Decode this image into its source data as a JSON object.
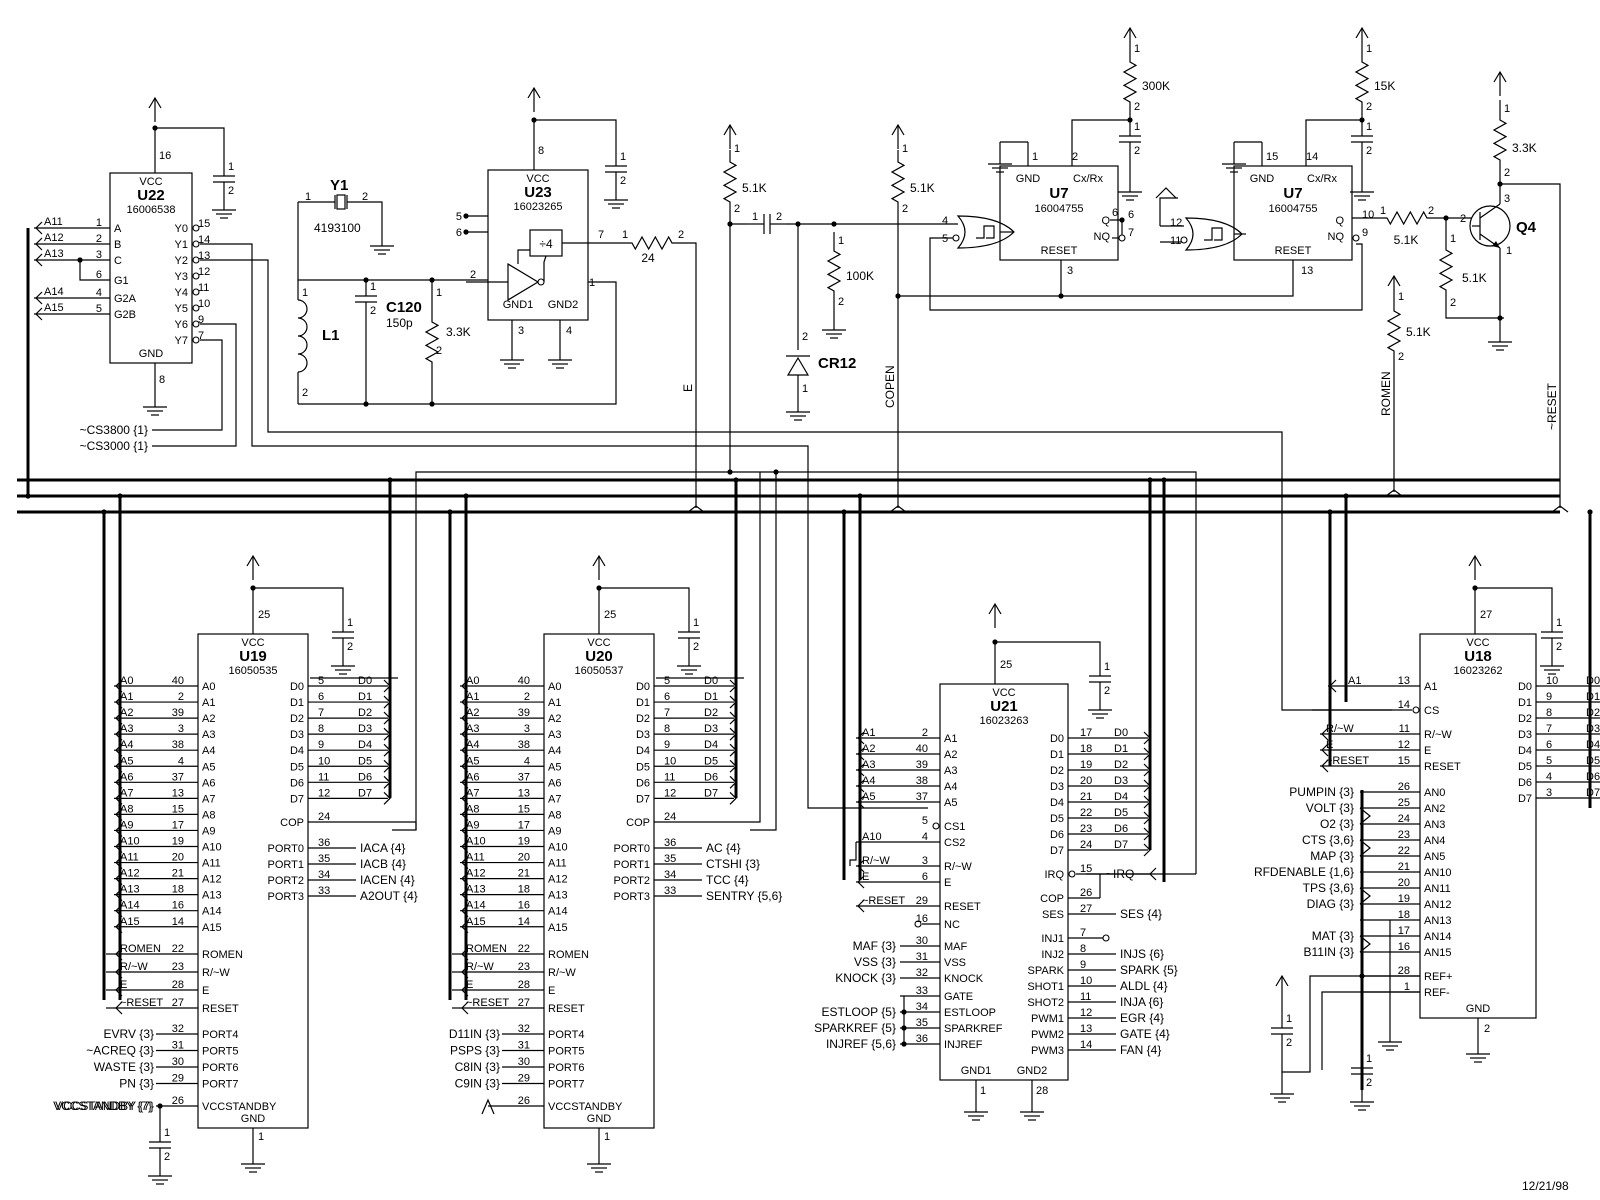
{
  "date": "12/21/98",
  "ics": [
    {
      "id": "u22",
      "ref": "U22",
      "part": "16006538",
      "vcc_label": "VCC",
      "vcc_pin": "16",
      "gnd_label": "GND",
      "gnd_pin": "8",
      "left": [
        {
          "n": "A",
          "p": "1"
        },
        {
          "n": "B",
          "p": "2"
        },
        {
          "n": "C",
          "p": "3"
        },
        {
          "n": "G1",
          "p": "6"
        },
        {
          "n": "G2A",
          "p": "4"
        },
        {
          "n": "G2B",
          "p": "5"
        }
      ],
      "right": [
        {
          "n": "Y0",
          "p": "15"
        },
        {
          "n": "Y1",
          "p": "14"
        },
        {
          "n": "Y2",
          "p": "13"
        },
        {
          "n": "Y3",
          "p": "12"
        },
        {
          "n": "Y4",
          "p": "11"
        },
        {
          "n": "Y5",
          "p": "10"
        },
        {
          "n": "Y6",
          "p": "9"
        },
        {
          "n": "Y7",
          "p": "7"
        }
      ]
    },
    {
      "id": "u23",
      "ref": "U23",
      "part": "16023265",
      "vcc_label": "VCC",
      "vcc_pin": "8",
      "extra": [
        {
          "t": "GND1",
          "p": "3"
        },
        {
          "t": "GND2",
          "p": "4"
        },
        {
          "t": "÷4",
          "p": "7"
        }
      ]
    },
    {
      "id": "u7a",
      "ref": "U7",
      "part": "16004755",
      "pins": [
        {
          "n": "GND",
          "p": "1"
        },
        {
          "n": "Cx/Rx",
          "p": "2"
        },
        {
          "n": "Q",
          "p": "6"
        },
        {
          "n": "NQ",
          "p": "7"
        },
        {
          "n": "RESET",
          "p": "3"
        }
      ]
    },
    {
      "id": "u7b",
      "ref": "U7",
      "part": "16004755",
      "pins": [
        {
          "n": "GND",
          "p": "15"
        },
        {
          "n": "Cx/Rx",
          "p": "14"
        },
        {
          "n": "Q",
          "p": "10"
        },
        {
          "n": "NQ",
          "p": "9"
        },
        {
          "n": "RESET",
          "p": "13"
        }
      ]
    },
    {
      "id": "u19",
      "ref": "U19",
      "part": "16050535",
      "vcc_label": "VCC",
      "vcc_pin": "25",
      "gnd_label": "GND",
      "gnd_pin": "1",
      "left": [
        {
          "n": "A0",
          "p": "40",
          "net": "A0"
        },
        {
          "n": "A1",
          "p": "2",
          "net": "A1"
        },
        {
          "n": "A2",
          "p": "39",
          "net": "A2"
        },
        {
          "n": "A3",
          "p": "3",
          "net": "A3"
        },
        {
          "n": "A4",
          "p": "38",
          "net": "A4"
        },
        {
          "n": "A5",
          "p": "4",
          "net": "A5"
        },
        {
          "n": "A6",
          "p": "37",
          "net": "A6"
        },
        {
          "n": "A7",
          "p": "13",
          "net": "A7"
        },
        {
          "n": "A8",
          "p": "15",
          "net": "A8"
        },
        {
          "n": "A9",
          "p": "17",
          "net": "A9"
        },
        {
          "n": "A10",
          "p": "19",
          "net": "A10"
        },
        {
          "n": "A11",
          "p": "20",
          "net": "A11"
        },
        {
          "n": "A12",
          "p": "21",
          "net": "A12"
        },
        {
          "n": "A13",
          "p": "18",
          "net": "A13"
        },
        {
          "n": "A14",
          "p": "16",
          "net": "A14"
        },
        {
          "n": "A15",
          "p": "14",
          "net": "A15"
        },
        {
          "n": "ROMEN",
          "p": "22",
          "net": "ROMEN"
        },
        {
          "n": "R/~W",
          "p": "23",
          "net": "R/~W"
        },
        {
          "n": "E",
          "p": "28",
          "net": "E"
        },
        {
          "n": "RESET",
          "p": "27",
          "net": "~RESET"
        },
        {
          "n": "PORT4",
          "p": "32",
          "net": "EVRV {3}"
        },
        {
          "n": "PORT5",
          "p": "31",
          "net": "~ACREQ {3}"
        },
        {
          "n": "PORT6",
          "p": "30",
          "net": "WASTE {3}"
        },
        {
          "n": "PORT7",
          "p": "29",
          "net": "PN {3}"
        },
        {
          "n": "VCCSTANDBY",
          "p": "26",
          "net": "VCCSTANDBY {7}"
        }
      ],
      "right": [
        {
          "n": "D0",
          "p": "5",
          "net": "D0"
        },
        {
          "n": "D1",
          "p": "6",
          "net": "D1"
        },
        {
          "n": "D2",
          "p": "7",
          "net": "D2"
        },
        {
          "n": "D3",
          "p": "8",
          "net": "D3"
        },
        {
          "n": "D4",
          "p": "9",
          "net": "D4"
        },
        {
          "n": "D5",
          "p": "10",
          "net": "D5"
        },
        {
          "n": "D6",
          "p": "11",
          "net": "D6"
        },
        {
          "n": "D7",
          "p": "12",
          "net": "D7"
        },
        {
          "n": "COP",
          "p": "24",
          "net": ""
        },
        {
          "n": "PORT0",
          "p": "36",
          "net": "IACA {4}"
        },
        {
          "n": "PORT1",
          "p": "35",
          "net": "IACB {4}"
        },
        {
          "n": "PORT2",
          "p": "34",
          "net": "IACEN {4}"
        },
        {
          "n": "PORT3",
          "p": "33",
          "net": "A2OUT {4}"
        }
      ]
    },
    {
      "id": "u20",
      "ref": "U20",
      "part": "16050537",
      "vcc_label": "VCC",
      "vcc_pin": "25",
      "gnd_label": "GND",
      "gnd_pin": "1",
      "left": [
        {
          "n": "A0",
          "p": "40",
          "net": "A0"
        },
        {
          "n": "A1",
          "p": "2",
          "net": "A1"
        },
        {
          "n": "A2",
          "p": "39",
          "net": "A2"
        },
        {
          "n": "A3",
          "p": "3",
          "net": "A3"
        },
        {
          "n": "A4",
          "p": "38",
          "net": "A4"
        },
        {
          "n": "A5",
          "p": "4",
          "net": "A5"
        },
        {
          "n": "A6",
          "p": "37",
          "net": "A6"
        },
        {
          "n": "A7",
          "p": "13",
          "net": "A7"
        },
        {
          "n": "A8",
          "p": "15",
          "net": "A8"
        },
        {
          "n": "A9",
          "p": "17",
          "net": "A9"
        },
        {
          "n": "A10",
          "p": "19",
          "net": "A10"
        },
        {
          "n": "A11",
          "p": "20",
          "net": "A11"
        },
        {
          "n": "A12",
          "p": "21",
          "net": "A12"
        },
        {
          "n": "A13",
          "p": "18",
          "net": "A13"
        },
        {
          "n": "A14",
          "p": "16",
          "net": "A14"
        },
        {
          "n": "A15",
          "p": "14",
          "net": "A15"
        },
        {
          "n": "ROMEN",
          "p": "22",
          "net": "ROMEN"
        },
        {
          "n": "R/~W",
          "p": "23",
          "net": "R/~W"
        },
        {
          "n": "E",
          "p": "28",
          "net": "E"
        },
        {
          "n": "RESET",
          "p": "27",
          "net": "~RESET"
        },
        {
          "n": "PORT4",
          "p": "32",
          "net": "D11IN {3}"
        },
        {
          "n": "PORT5",
          "p": "31",
          "net": "PSPS {3}"
        },
        {
          "n": "PORT6",
          "p": "30",
          "net": "C8IN {3}"
        },
        {
          "n": "PORT7",
          "p": "29",
          "net": "C9IN {3}"
        },
        {
          "n": "VCCSTANDBY",
          "p": "26",
          "net": ""
        }
      ],
      "right": [
        {
          "n": "D0",
          "p": "5",
          "net": "D0"
        },
        {
          "n": "D1",
          "p": "6",
          "net": "D1"
        },
        {
          "n": "D2",
          "p": "7",
          "net": "D2"
        },
        {
          "n": "D3",
          "p": "8",
          "net": "D3"
        },
        {
          "n": "D4",
          "p": "9",
          "net": "D4"
        },
        {
          "n": "D5",
          "p": "10",
          "net": "D5"
        },
        {
          "n": "D6",
          "p": "11",
          "net": "D6"
        },
        {
          "n": "D7",
          "p": "12",
          "net": "D7"
        },
        {
          "n": "COP",
          "p": "24",
          "net": ""
        },
        {
          "n": "PORT0",
          "p": "36",
          "net": "AC {4}"
        },
        {
          "n": "PORT1",
          "p": "35",
          "net": "CTSHI {3}"
        },
        {
          "n": "PORT2",
          "p": "34",
          "net": "TCC {4}"
        },
        {
          "n": "PORT3",
          "p": "33",
          "net": "SENTRY {5,6}"
        }
      ]
    },
    {
      "id": "u21",
      "ref": "U21",
      "part": "16023263",
      "vcc_label": "VCC",
      "vcc_pin": "25",
      "gnd_label": "GND1",
      "gnd_pin": "1",
      "gnd2_label": "GND2",
      "gnd2_pin": "28",
      "left": [
        {
          "n": "A1",
          "p": "2",
          "net": "A1"
        },
        {
          "n": "A2",
          "p": "40",
          "net": "A2"
        },
        {
          "n": "A3",
          "p": "39",
          "net": "A3"
        },
        {
          "n": "A4",
          "p": "38",
          "net": "A4"
        },
        {
          "n": "A5",
          "p": "37",
          "net": "A5"
        },
        {
          "n": "CS1",
          "p": "5",
          "net": ""
        },
        {
          "n": "CS2",
          "p": "4",
          "net": "A10"
        },
        {
          "n": "R/~W",
          "p": "3",
          "net": "R/~W"
        },
        {
          "n": "E",
          "p": "6",
          "net": "E"
        },
        {
          "n": "RESET",
          "p": "29",
          "net": "~RESET"
        },
        {
          "n": "NC",
          "p": "16",
          "net": ""
        },
        {
          "n": "MAF",
          "p": "30",
          "net": "MAF {3}"
        },
        {
          "n": "VSS",
          "p": "31",
          "net": "VSS {3}"
        },
        {
          "n": "KNOCK",
          "p": "32",
          "net": "KNOCK {3}"
        },
        {
          "n": "GATE",
          "p": "33",
          "net": ""
        },
        {
          "n": "ESTLOOP",
          "p": "34",
          "net": "ESTLOOP {5}"
        },
        {
          "n": "SPARKREF",
          "p": "35",
          "net": "SPARKREF {5}"
        },
        {
          "n": "INJREF",
          "p": "36",
          "net": "INJREF {5,6}"
        }
      ],
      "right": [
        {
          "n": "D0",
          "p": "17",
          "net": "D0"
        },
        {
          "n": "D1",
          "p": "18",
          "net": "D1"
        },
        {
          "n": "D2",
          "p": "19",
          "net": "D2"
        },
        {
          "n": "D3",
          "p": "20",
          "net": "D3"
        },
        {
          "n": "D4",
          "p": "21",
          "net": "D4"
        },
        {
          "n": "D5",
          "p": "22",
          "net": "D5"
        },
        {
          "n": "D6",
          "p": "23",
          "net": "D6"
        },
        {
          "n": "D7",
          "p": "24",
          "net": "D7"
        },
        {
          "n": "IRQ",
          "p": "15",
          "net": "~IRQ"
        },
        {
          "n": "COP",
          "p": "26",
          "net": ""
        },
        {
          "n": "SES",
          "p": "27",
          "net": "SES {4}"
        },
        {
          "n": "INJ1",
          "p": "7",
          "net": ""
        },
        {
          "n": "INJ2",
          "p": "8",
          "net": "INJS {6}"
        },
        {
          "n": "SPARK",
          "p": "9",
          "net": "SPARK {5}"
        },
        {
          "n": "SHOT1",
          "p": "10",
          "net": "ALDL {4}"
        },
        {
          "n": "SHOT2",
          "p": "11",
          "net": "INJA {6}"
        },
        {
          "n": "PWM1",
          "p": "12",
          "net": "EGR {4}"
        },
        {
          "n": "PWM2",
          "p": "13",
          "net": "GATE {4}"
        },
        {
          "n": "PWM3",
          "p": "14",
          "net": "FAN {4}"
        }
      ]
    },
    {
      "id": "u18",
      "ref": "U18",
      "part": "16023262",
      "vcc_label": "VCC",
      "vcc_pin": "27",
      "gnd_label": "GND",
      "left": [
        {
          "n": "A1",
          "p": "13",
          "net": "A1"
        },
        {
          "n": "CS",
          "p": "14",
          "net": ""
        },
        {
          "n": "R/~W",
          "p": "11",
          "net": "R/~W"
        },
        {
          "n": "E",
          "p": "12",
          "net": "E"
        },
        {
          "n": "RESET",
          "p": "15",
          "net": "~RESET"
        },
        {
          "n": "AN0",
          "p": "26",
          "net": "PUMPIN {3}"
        },
        {
          "n": "AN2",
          "p": "25",
          "net": "VOLT {3}"
        },
        {
          "n": "AN3",
          "p": "24",
          "net": "O2 {3}"
        },
        {
          "n": "AN4",
          "p": "23",
          "net": "CTS {3,6}"
        },
        {
          "n": "AN5",
          "p": "22",
          "net": "MAP {3}"
        },
        {
          "n": "AN10",
          "p": "21",
          "net": "RFDENABLE {1,6}"
        },
        {
          "n": "AN11",
          "p": "20",
          "net": "TPS {3,6}"
        },
        {
          "n": "AN12",
          "p": "19",
          "net": "DIAG {3}"
        },
        {
          "n": "AN13",
          "p": "18",
          "net": ""
        },
        {
          "n": "AN14",
          "p": "17",
          "net": "MAT {3}"
        },
        {
          "n": "AN15",
          "p": "16",
          "net": "B11IN {3}"
        },
        {
          "n": "REF+",
          "p": "28",
          "net": ""
        },
        {
          "n": "REF-",
          "p": "1",
          "net": ""
        }
      ],
      "right": [
        {
          "n": "D0",
          "p": "10",
          "net": "D0"
        },
        {
          "n": "D1",
          "p": "9",
          "net": "D1"
        },
        {
          "n": "D2",
          "p": "8",
          "net": "D2"
        },
        {
          "n": "D3",
          "p": "7",
          "net": "D3"
        },
        {
          "n": "D4",
          "p": "6",
          "net": "D4"
        },
        {
          "n": "D5",
          "p": "5",
          "net": "D5"
        },
        {
          "n": "D6",
          "p": "4",
          "net": "D6"
        },
        {
          "n": "D7",
          "p": "3",
          "net": "D7"
        }
      ]
    }
  ],
  "u22_inputs": [
    "A11",
    "A12",
    "A13",
    "A14",
    "A15"
  ],
  "u22_outputs": [
    "~CS3800 {1}",
    "~CS3000 {1}"
  ],
  "vertical_nets": [
    "E",
    "COPEN",
    "ROMEN",
    "~RESET"
  ],
  "components": [
    {
      "id": "y1",
      "ref": "Y1",
      "val": "4193100",
      "p1": "1",
      "p2": "2"
    },
    {
      "id": "l1",
      "ref": "L1",
      "p1": "1",
      "p2": "2"
    },
    {
      "id": "c120",
      "ref": "C120",
      "val": "150p",
      "p1": "1",
      "p2": "2"
    },
    {
      "id": "r33k-osc",
      "val": "3.3K",
      "p1": "1",
      "p2": "2"
    },
    {
      "id": "r24",
      "val": "24",
      "p1": "1",
      "p2": "2"
    },
    {
      "id": "r51k-a",
      "val": "5.1K",
      "p1": "1",
      "p2": "2"
    },
    {
      "id": "r51k-b",
      "val": "5.1K",
      "p1": "1",
      "p2": "2"
    },
    {
      "id": "r100k",
      "val": "100K",
      "p1": "1",
      "p2": "2"
    },
    {
      "id": "cr12",
      "ref": "CR12",
      "p1": "2",
      "p2": "1"
    },
    {
      "id": "r300k",
      "val": "300K",
      "p1": "1",
      "p2": "2"
    },
    {
      "id": "r15k",
      "val": "15K",
      "p1": "1",
      "p2": "2"
    },
    {
      "id": "r33k-q4",
      "val": "3.3K",
      "p1": "1",
      "p2": "2"
    },
    {
      "id": "r51k-base",
      "val": "5.1K",
      "p1": "1",
      "p2": "2"
    },
    {
      "id": "r51k-be",
      "val": "5.1K",
      "p1": "1",
      "p2": "2"
    },
    {
      "id": "r51k-romen",
      "val": "5.1K",
      "p1": "1",
      "p2": "2"
    },
    {
      "id": "q4",
      "ref": "Q4",
      "p1": "1",
      "p2": "2",
      "p3": "3"
    }
  ],
  "cap_pins": {
    "a": "1",
    "b": "2"
  },
  "gate_pins": {
    "g1": [
      "4",
      "5"
    ],
    "g2": [
      "12",
      "11"
    ]
  }
}
